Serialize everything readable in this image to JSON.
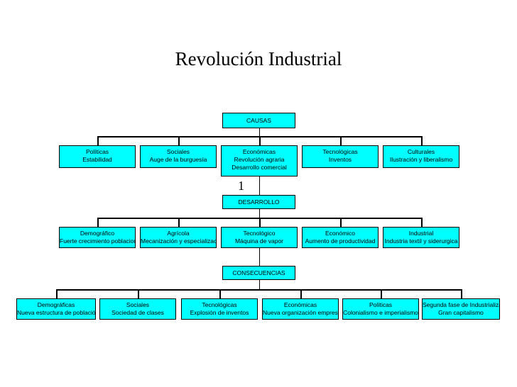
{
  "title": "Revolución Industrial",
  "stray_mark": "1",
  "sections": {
    "causas": {
      "header": "CAUSAS",
      "items": [
        {
          "lines": [
            "Políticas",
            "Estabilidad"
          ]
        },
        {
          "lines": [
            "Sociales",
            "Auge de la burguesía"
          ]
        },
        {
          "lines": [
            "Económicas",
            "Revolución agraria",
            "Desarrollo comercial"
          ]
        },
        {
          "lines": [
            "Tecnológicas",
            "Inventos"
          ]
        },
        {
          "lines": [
            "Culturales",
            "Ilustración y liberalismo"
          ]
        }
      ]
    },
    "desarrollo": {
      "header": "DESARROLLO",
      "items": [
        {
          "lines": [
            "Demográfico",
            "Fuerte crecimiento poblacional"
          ]
        },
        {
          "lines": [
            "Agrícola",
            "Mecanización y especialización"
          ]
        },
        {
          "lines": [
            "Tecnológico",
            "Máquina de vapor"
          ]
        },
        {
          "lines": [
            "Económico",
            "Aumento de productividad"
          ]
        },
        {
          "lines": [
            "Industrial",
            "Industria textil y siderurgica"
          ]
        }
      ]
    },
    "consecuencias": {
      "header": "CONSECUENCIAS",
      "items": [
        {
          "lines": [
            "Demográficas",
            "Nueva estructura de población"
          ]
        },
        {
          "lines": [
            "Sociales",
            "Sociedad de clases"
          ]
        },
        {
          "lines": [
            "Tecnológicas",
            "Explosión de inventos"
          ]
        },
        {
          "lines": [
            "Económicas",
            "Nueva organización empresarial"
          ]
        },
        {
          "lines": [
            "Políticas",
            "Colonialismo e imperialismo"
          ]
        },
        {
          "lines": [
            "Segunda fase de Industrialización",
            "Gran capitalismo"
          ]
        }
      ]
    }
  },
  "colors": {
    "box_fill": "#00ffff",
    "line": "#000000"
  }
}
